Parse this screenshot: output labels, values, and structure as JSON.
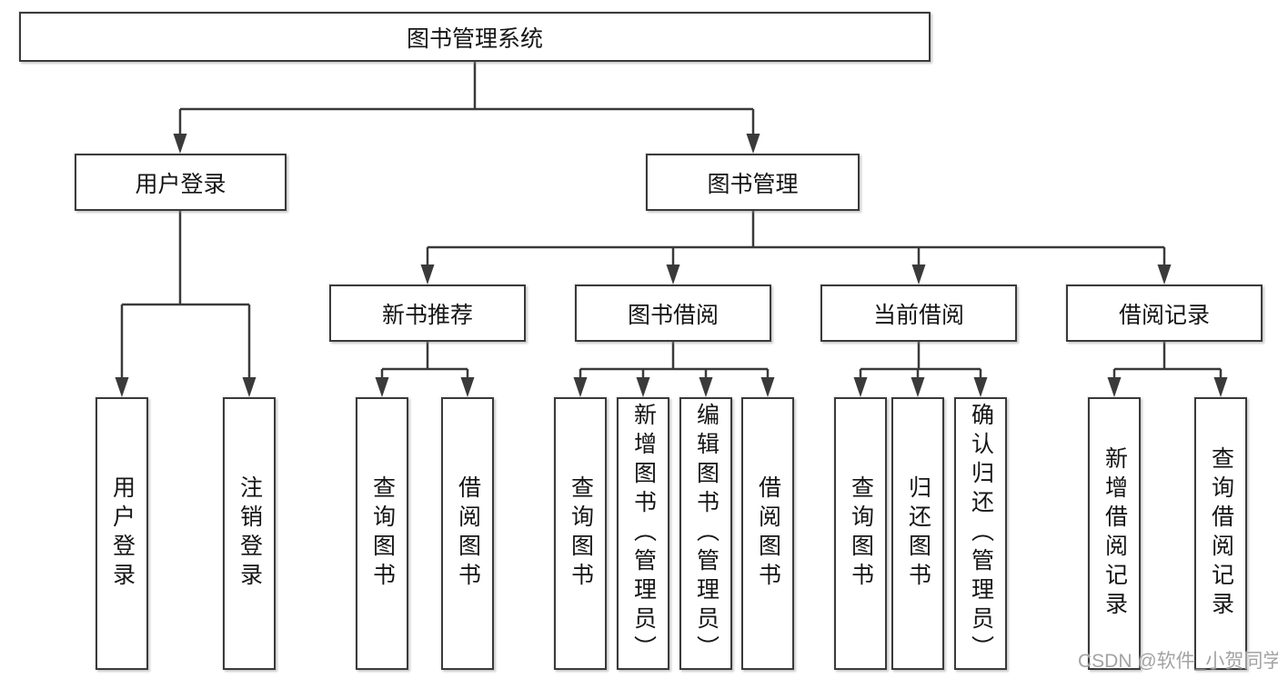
{
  "diagram": {
    "root_label": "图书管理系统",
    "level2": [
      {
        "label": "用户登录"
      },
      {
        "label": "图书管理"
      }
    ],
    "level3": [
      {
        "label": "新书推荐"
      },
      {
        "label": "图书借阅"
      },
      {
        "label": "当前借阅"
      },
      {
        "label": "借阅记录"
      }
    ],
    "leaves": {
      "user_login": [
        "用户登录",
        "注销登录"
      ],
      "new_book": [
        "查询图书",
        "借阅图书"
      ],
      "book_borrow": [
        "查询图书",
        "新增图书（管理员）",
        "编辑图书（管理员）",
        "借阅图书"
      ],
      "current_borrow": [
        "查询图书",
        "归还图书",
        "确认归还（管理员）"
      ],
      "borrow_record": [
        "新增借阅记录",
        "查询借阅记录"
      ]
    }
  },
  "watermark": "CSDN @软件_小贺同学",
  "colors": {
    "line": "#3a3a3a",
    "box_border": "#3a3a3a",
    "text": "#151515",
    "watermark": "#a3a3a3",
    "background": "#ffffff"
  }
}
